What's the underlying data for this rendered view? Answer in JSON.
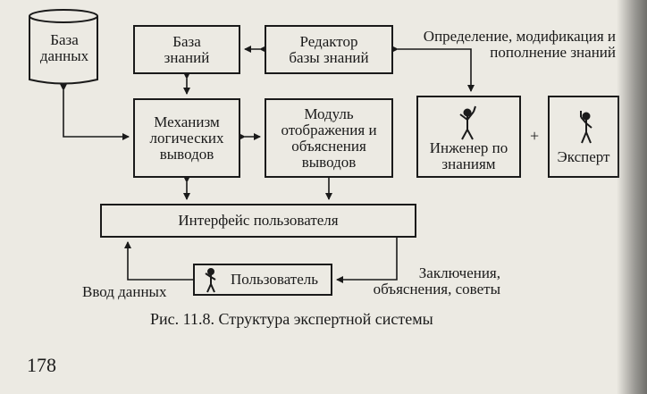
{
  "nodes": {
    "database": "База данных",
    "knowledge_base": "База знаний",
    "kb_editor": "Редактор базы знаний",
    "inference_engine": "Механизм логических выводов",
    "explanation_module": "Модуль отображения и объяснения выводов",
    "knowledge_engineer": "Инженер по знаниям",
    "expert": "Эксперт",
    "user_interface": "Интерфейс пользователя",
    "user": "Пользователь"
  },
  "labels": {
    "definition": "Определение, модификация и пополнение знаний",
    "plus": "+",
    "data_input": "Ввод данных",
    "conclusions": "Заключения, объяснения, советы"
  },
  "caption": "Рис. 11.8. Структура экспертной системы",
  "page_number": "178"
}
